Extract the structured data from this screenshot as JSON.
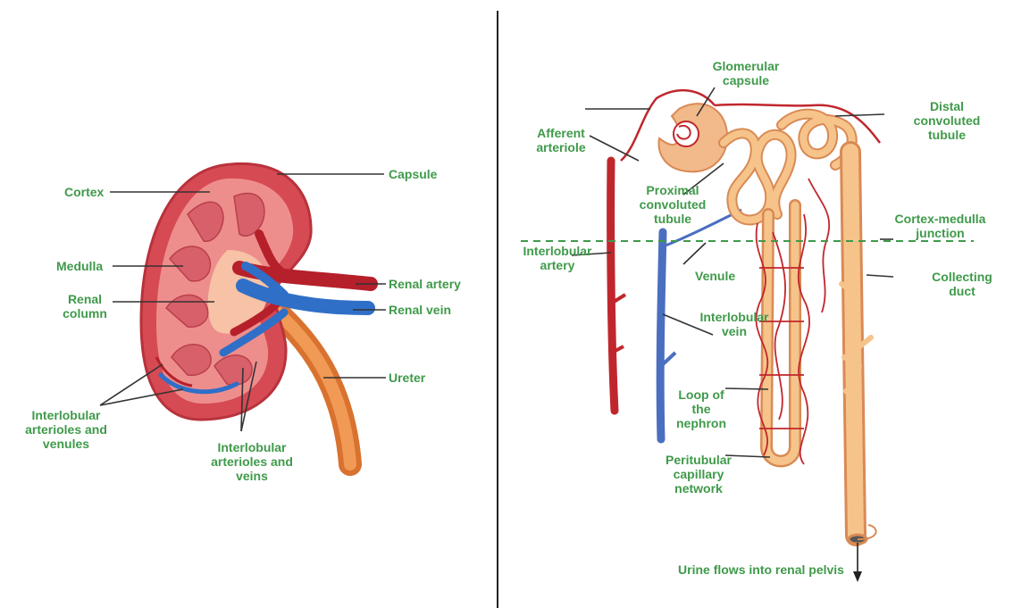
{
  "colors": {
    "label": "#3f9a4a",
    "leader": "#333333",
    "artery": "#c0272d",
    "vein": "#2f6fc8",
    "tubule": "#f6c48a",
    "tubule_edge": "#d98a55",
    "cortex": "#d94f57",
    "medulla": "#e98d86",
    "ureter": "#e8803a",
    "divider": "#222222"
  },
  "kidney": {
    "cortex": "Cortex",
    "capsule": "Capsule",
    "medulla": "Medulla",
    "renal_column": "Renal\ncolumn",
    "renal_artery": "Renal artery",
    "renal_vein": "Renal vein",
    "ureter": "Ureter",
    "arterioles_venules": "Interlobular\narterioles and\nvenules",
    "arterioles_veins": "Interlobular\narterioles and\nveins"
  },
  "nephron": {
    "glomerular_capsule": "Glomerular\ncapsule",
    "afferent_arteriole": "Afferent\narteriole",
    "distal_tubule": "Distal\nconvoluted\ntubule",
    "proximal_tubule": "Proximal\nconvoluted\ntubule",
    "cortex_medulla": "Cortex-medulla\njunction",
    "interlobular_artery": "Interlobular\nartery",
    "venule": "Venule",
    "collecting_duct": "Collecting\nduct",
    "interlobular_vein": "Interlobular\nvein",
    "loop": "Loop of\nthe\nnephron",
    "peritubular": "Peritubular\ncapillary\nnetwork",
    "urine_flow": "Urine flows into renal pelvis"
  }
}
